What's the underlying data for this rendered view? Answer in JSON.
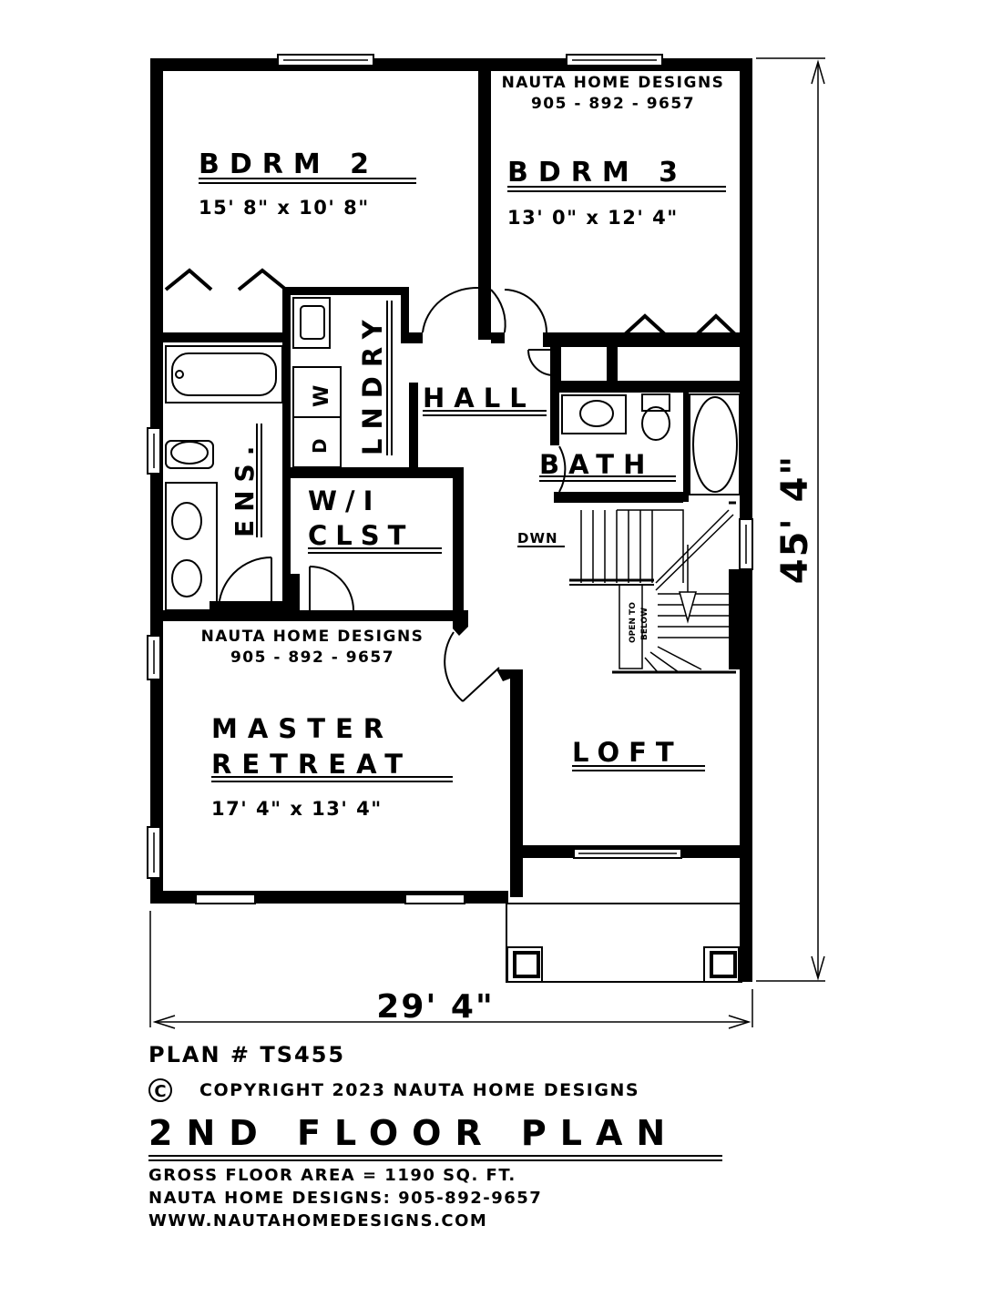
{
  "watermark_top": {
    "company": "NAUTA HOME DESIGNS",
    "phone": "905 - 892 - 9657"
  },
  "watermark_mid": {
    "company": "NAUTA HOME DESIGNS",
    "phone": "905 - 892 - 9657"
  },
  "rooms": {
    "bdrm2": {
      "name": "BDRM 2",
      "size": "15' 8\" x 10' 8\""
    },
    "bdrm3": {
      "name": "BDRM 3",
      "size": "13' 0\" x 12' 4\""
    },
    "lndry": {
      "name": "LNDRY"
    },
    "washer": {
      "label": "W"
    },
    "dryer": {
      "label": "D"
    },
    "hall": {
      "name": "HALL"
    },
    "bath": {
      "name": "BATH"
    },
    "ens": {
      "name": "ENS."
    },
    "wi_clst": {
      "line1": "W/I",
      "line2": "CLST"
    },
    "dwn": {
      "label": "DWN"
    },
    "open_below": {
      "line1": "OPEN TO",
      "line2": "BELOW"
    },
    "master": {
      "line1": "MASTER",
      "line2": "RETREAT",
      "size": "17' 4\" x 13' 4\""
    },
    "loft": {
      "name": "LOFT"
    }
  },
  "dimensions": {
    "width": "29' 4\"",
    "depth": "45' 4\""
  },
  "footer": {
    "plan_number": "PLAN # TS455",
    "copyright_symbol": "C",
    "copyright": "COPYRIGHT 2023 NAUTA HOME DESIGNS",
    "title": "2ND FLOOR PLAN",
    "gross_area": "GROSS  FLOOR AREA  =   1190   SQ. FT.",
    "phone_line": "NAUTA HOME DESIGNS:  905-892-9657",
    "website": "WWW.NAUTAHOMEDESIGNS.COM"
  }
}
